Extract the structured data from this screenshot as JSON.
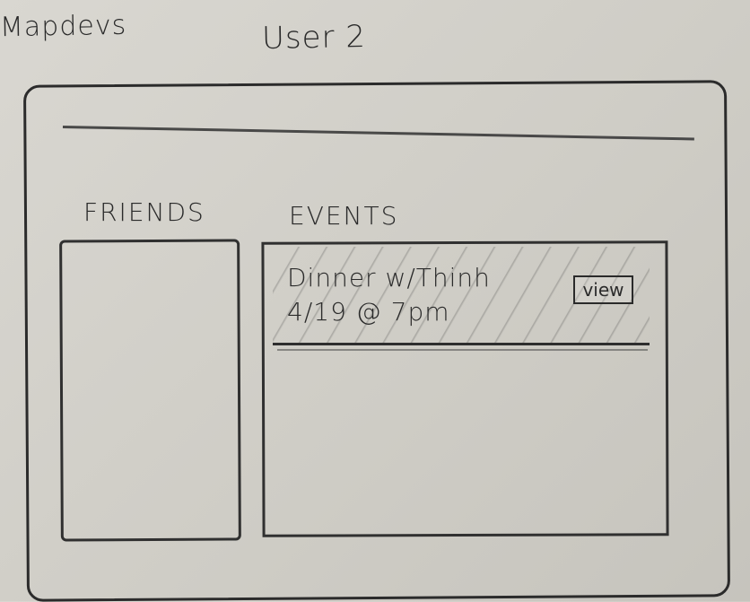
{
  "header": {
    "brand_text": "Mapdevs",
    "user_label": "User 2"
  },
  "friends": {
    "title": "FRIENDS"
  },
  "events": {
    "title": "EVENTS",
    "items": [
      {
        "name": "Dinner w/Thinh",
        "datetime": "4/19 @ 7pm",
        "view_label": "view"
      }
    ]
  }
}
